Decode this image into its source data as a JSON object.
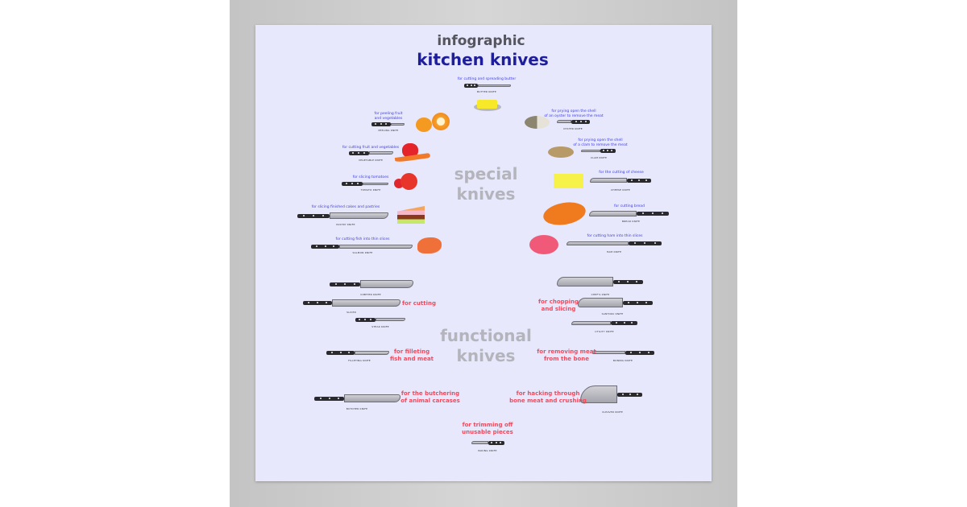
{
  "title": {
    "line1": "infographic",
    "line2": "kitchen knives"
  },
  "sections": {
    "special": [
      "special",
      "knives"
    ],
    "functional": [
      "functional",
      "knives"
    ]
  },
  "special_knives": [
    {
      "id": "butter",
      "caption": [
        "for cutting and spreading butter"
      ],
      "name": "BUTTER KNIFE",
      "food": "butter"
    },
    {
      "id": "peeling",
      "caption": [
        "for peeling fruit",
        "and vegetables"
      ],
      "name": "PEELING KNIFE",
      "food": "orange"
    },
    {
      "id": "vegetable",
      "caption": [
        "for cutting fruit and vegetables"
      ],
      "name": "VEGETABLE KNIFE",
      "food": "apple-carrot"
    },
    {
      "id": "tomato",
      "caption": [
        "for slicing tomatoes"
      ],
      "name": "TOMATO KNIFE",
      "food": "tomatoes"
    },
    {
      "id": "pastry",
      "caption": [
        "for slicing finished cakes and pastries"
      ],
      "name": "PASTRY KNIFE",
      "food": "cake"
    },
    {
      "id": "salmon",
      "caption": [
        "for cutting fish into thin slices"
      ],
      "name": "SALMON KNIFE",
      "food": "salmon"
    },
    {
      "id": "oyster",
      "caption": [
        "for prying open the shell",
        "of an oyster to remove the meat"
      ],
      "name": "OYSTER KNIFE",
      "food": "oyster"
    },
    {
      "id": "clam",
      "caption": [
        "for prying open the shell",
        "of a clam to remove the meat"
      ],
      "name": "CLAM KNIFE",
      "food": "clam"
    },
    {
      "id": "cheese",
      "caption": [
        "for the cutting of cheese"
      ],
      "name": "CHEESE KNIFE",
      "food": "cheese"
    },
    {
      "id": "bread",
      "caption": [
        "for cutting bread"
      ],
      "name": "BREAD KNIFE",
      "food": "bread"
    },
    {
      "id": "ham",
      "caption": [
        "for cutting ham into thin slices"
      ],
      "name": "HAM KNIFE",
      "food": "ham"
    }
  ],
  "functional_knives": [
    {
      "id": "cimeter",
      "name": "CIMETER KNIFE"
    },
    {
      "id": "slicer",
      "name": "SLICER"
    },
    {
      "id": "steak",
      "name": "STEAK KNIFE"
    },
    {
      "id": "filleting",
      "name": "FILLETING KNIFE"
    },
    {
      "id": "butcher",
      "name": "BUTCHER KNIFE"
    },
    {
      "id": "paring",
      "name": "PARING KNIFE"
    },
    {
      "id": "chefs",
      "name": "CHEF'S KNIFE"
    },
    {
      "id": "santoku",
      "name": "SANTOKU KNIFE"
    },
    {
      "id": "utility",
      "name": "UTILITY KNIFE"
    },
    {
      "id": "boning",
      "name": "BONING KNIFE"
    },
    {
      "id": "cleaver",
      "name": "CLEAVER KNIFE"
    }
  ],
  "functional_captions": [
    {
      "id": "cutting",
      "text": [
        "for cutting"
      ]
    },
    {
      "id": "filleting",
      "text": [
        "for filleting",
        "fish and meat"
      ]
    },
    {
      "id": "butchering",
      "text": [
        "for the butchering",
        "of animal carcases"
      ]
    },
    {
      "id": "trimming",
      "text": [
        "for trimming off",
        "unusable pieces"
      ]
    },
    {
      "id": "chopping",
      "text": [
        "for chopping",
        "and slicing"
      ]
    },
    {
      "id": "removing",
      "text": [
        "for removing meat",
        "from the bone"
      ]
    },
    {
      "id": "hacking",
      "text": [
        "for hacking through",
        "bone meat and crushing"
      ]
    }
  ],
  "colors": {
    "poster_bg": "#e7e8fb",
    "title_navy": "#1e1e9c",
    "caption_blue": "#4040e0",
    "caption_red": "#f04a5e",
    "section_gray": "#b4b4bc"
  }
}
